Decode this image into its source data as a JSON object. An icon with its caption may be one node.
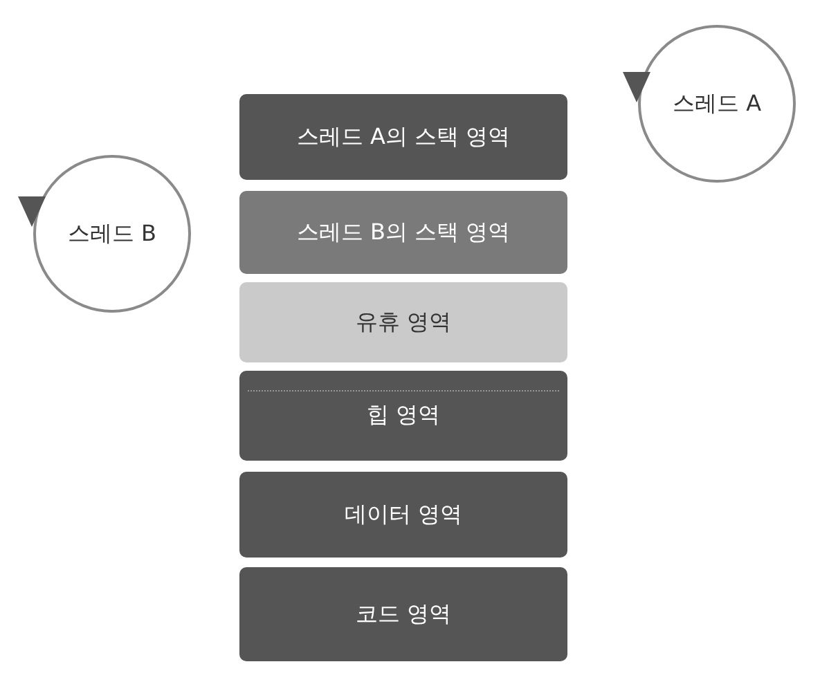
{
  "diagram": {
    "nodes": [
      {
        "text": [
          "스레드 A"
        ]
      },
      {
        "text": [
          "스레드 A의 스택 영역"
        ]
      },
      {
        "text": [
          "스레드 B"
        ]
      },
      {
        "text": [
          "스레드 B의 스택 영역"
        ]
      },
      {
        "text": [
          "유휴 영역"
        ]
      },
      {
        "text": [
          "힙 영역"
        ]
      },
      {
        "text": [
          "데이터 영역"
        ]
      },
      {
        "text": [
          "코드 영역"
        ]
      }
    ]
  }
}
